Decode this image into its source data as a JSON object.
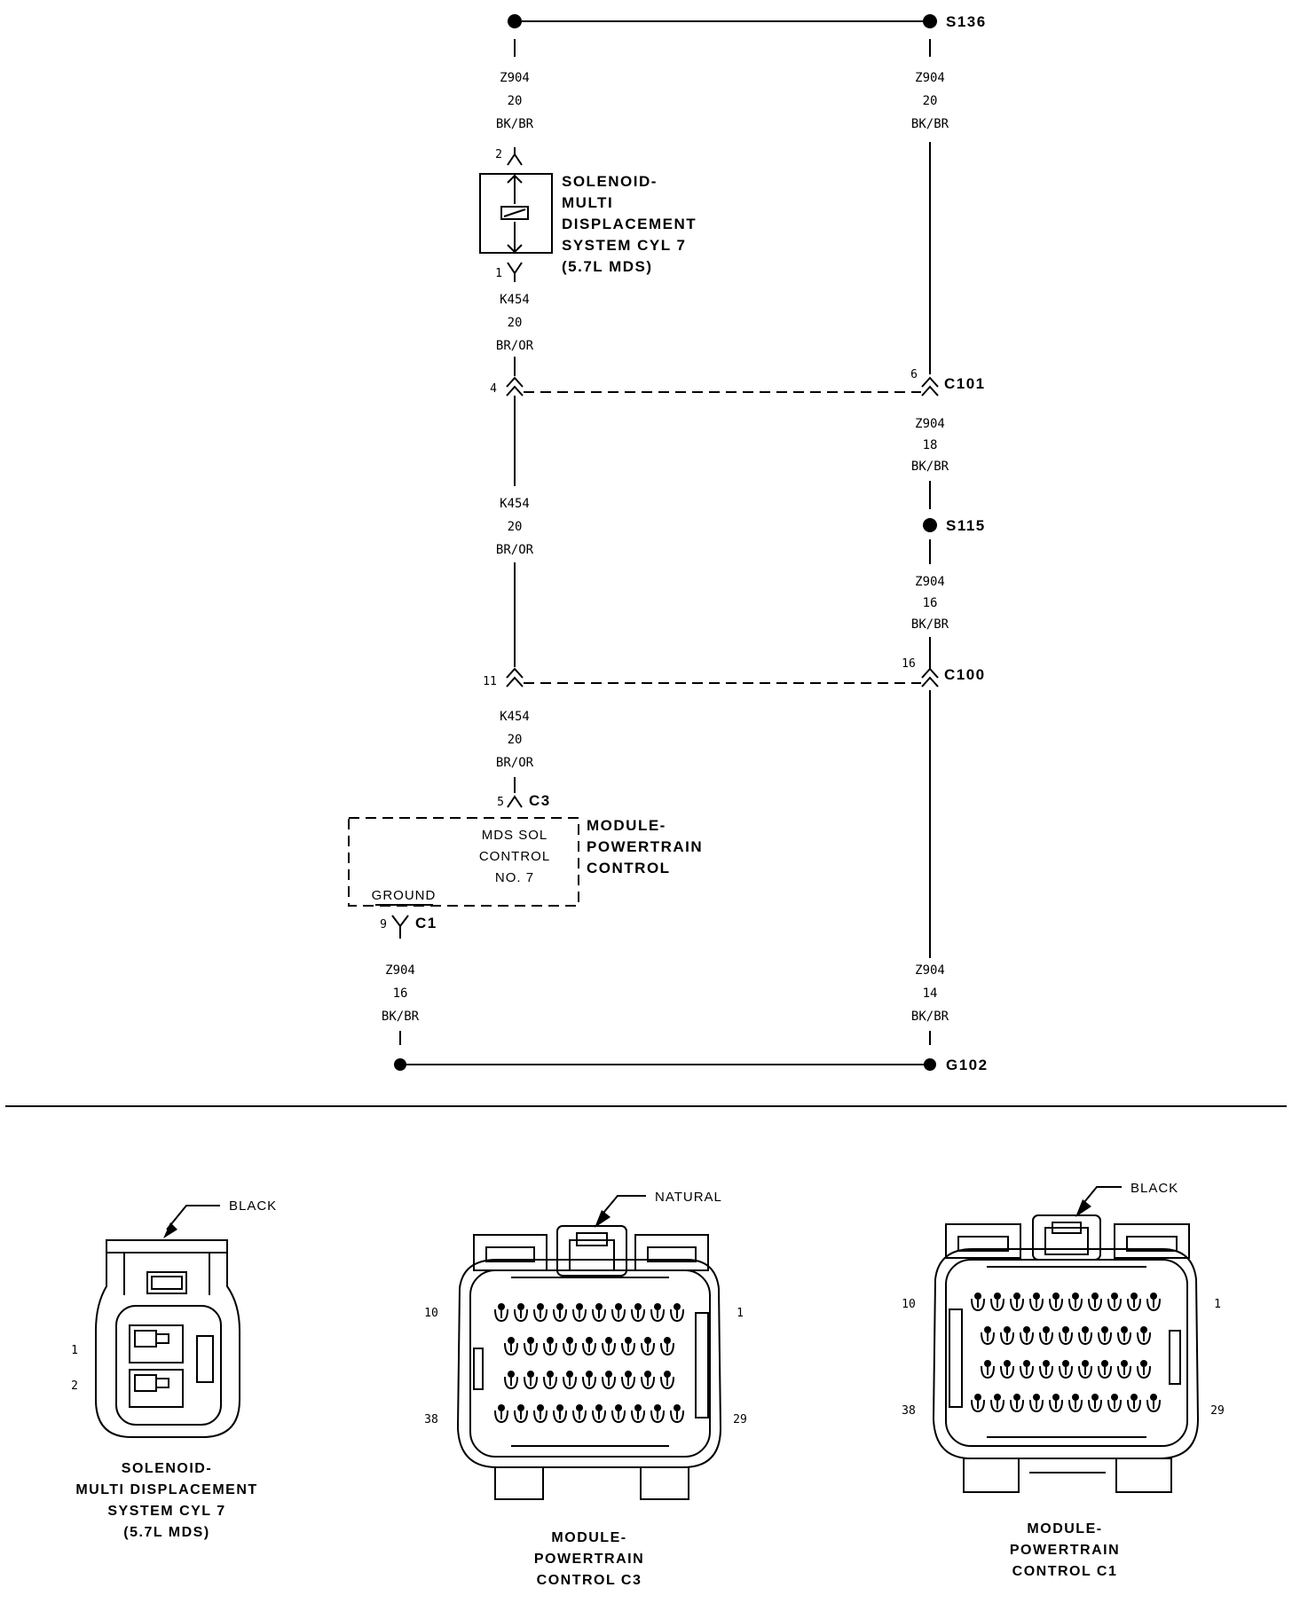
{
  "splices": {
    "s136": "S136",
    "s115": "S115",
    "g102": "G102"
  },
  "connectors": {
    "c101": "C101",
    "c100": "C100",
    "c3": "C3",
    "c1": "C1"
  },
  "wires": {
    "w1": {
      "circuit": "Z904",
      "gauge": "20",
      "color": "BK/BR"
    },
    "w2": {
      "circuit": "Z904",
      "gauge": "20",
      "color": "BK/BR"
    },
    "w3": {
      "circuit": "K454",
      "gauge": "20",
      "color": "BR/OR"
    },
    "w4": {
      "circuit": "Z904",
      "gauge": "18",
      "color": "BK/BR"
    },
    "w5": {
      "circuit": "K454",
      "gauge": "20",
      "color": "BR/OR"
    },
    "w6": {
      "circuit": "Z904",
      "gauge": "16",
      "color": "BK/BR"
    },
    "w7": {
      "circuit": "K454",
      "gauge": "20",
      "color": "BR/OR"
    },
    "w8": {
      "circuit": "Z904",
      "gauge": "16",
      "color": "BK/BR"
    },
    "w9": {
      "circuit": "Z904",
      "gauge": "14",
      "color": "BK/BR"
    }
  },
  "pins": {
    "sol_2": "2",
    "sol_1": "1",
    "c101_left": "4",
    "c101_right": "6",
    "c100_left": "11",
    "c100_right": "16",
    "pcm_c3": "5",
    "pcm_c1": "9"
  },
  "solenoid": {
    "label": [
      "SOLENOID-",
      "MULTI",
      "DISPLACEMENT",
      "SYSTEM CYL 7",
      "(5.7L MDS)"
    ]
  },
  "pcm": {
    "label": [
      "MODULE-",
      "POWERTRAIN",
      "CONTROL"
    ],
    "function": [
      "MDS SOL",
      "CONTROL",
      "NO. 7"
    ],
    "ground": "GROUND"
  },
  "connector_views": {
    "sol": {
      "color": "BLACK",
      "pin_top": "1",
      "pin_bottom": "2",
      "caption": [
        "SOLENOID-",
        "MULTI DISPLACEMENT",
        "SYSTEM CYL 7",
        "(5.7L MDS)"
      ]
    },
    "c3": {
      "color": "NATURAL",
      "pin_tl": "10",
      "pin_tr": "1",
      "pin_bl": "38",
      "pin_br": "29",
      "caption": [
        "MODULE-",
        "POWERTRAIN",
        "CONTROL C3"
      ]
    },
    "c1": {
      "color": "BLACK",
      "pin_tl": "10",
      "pin_tr": "1",
      "pin_bl": "38",
      "pin_br": "29",
      "caption": [
        "MODULE-",
        "POWERTRAIN",
        "CONTROL C1"
      ]
    }
  }
}
